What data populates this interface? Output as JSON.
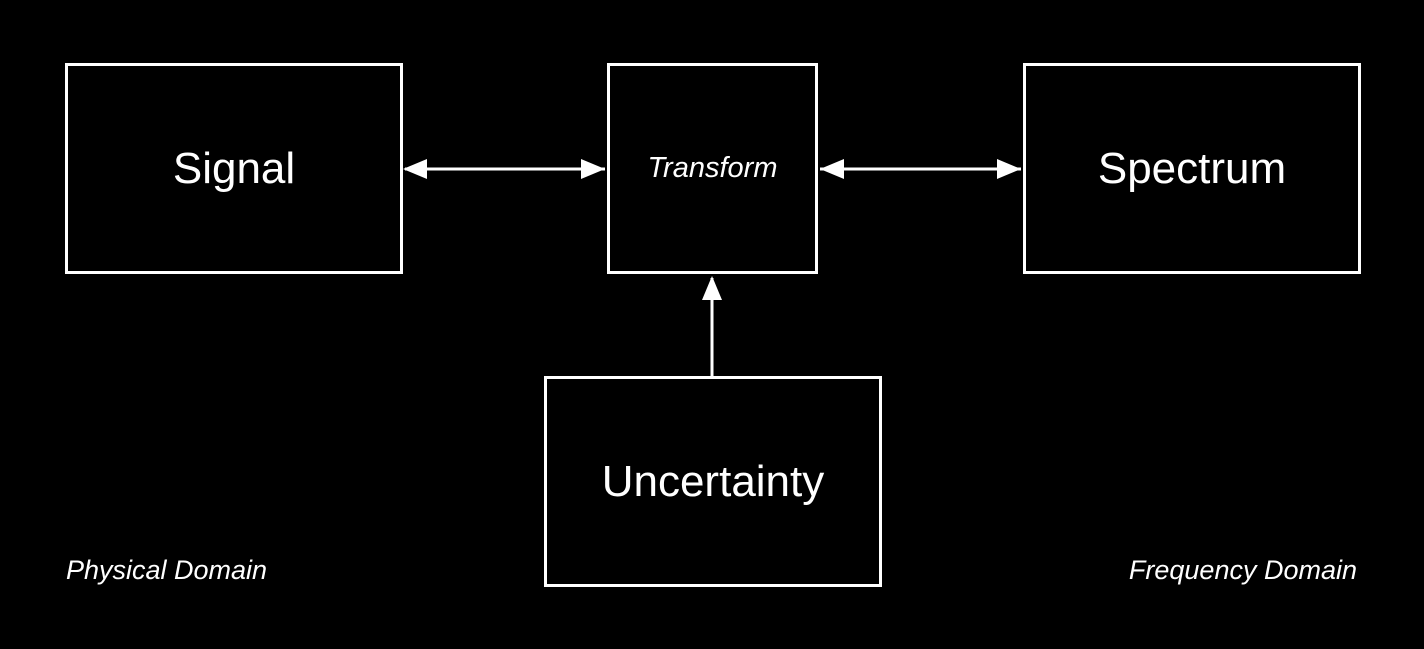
{
  "diagram": {
    "nodes": {
      "signal": {
        "label": "Signal"
      },
      "transform": {
        "label": "Transform"
      },
      "spectrum": {
        "label": "Spectrum"
      },
      "uncertainty": {
        "label": "Uncertainty"
      }
    },
    "edges": [
      {
        "from": "signal",
        "to": "transform",
        "direction": "both"
      },
      {
        "from": "transform",
        "to": "spectrum",
        "direction": "both"
      },
      {
        "from": "uncertainty",
        "to": "transform",
        "direction": "forward"
      }
    ],
    "annotations": {
      "left": "Physical Domain",
      "right": "Frequency Domain"
    },
    "colors": {
      "background": "#000000",
      "stroke": "#ffffff",
      "text": "#ffffff"
    }
  }
}
